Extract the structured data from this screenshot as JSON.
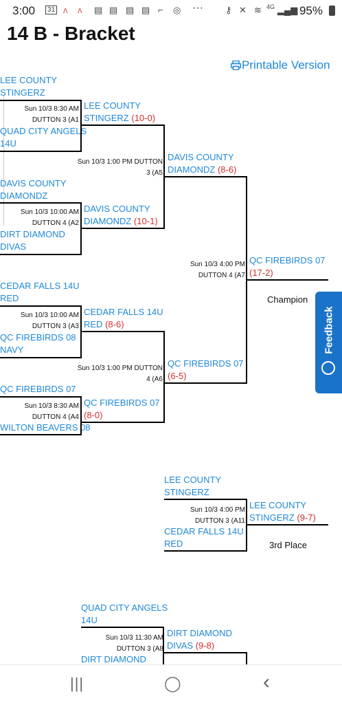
{
  "status_bar": {
    "time": "3:00",
    "calendar_day": "31",
    "network": "4G",
    "battery": "95%"
  },
  "page": {
    "title": "14 B - Bracket",
    "printable_label": "Printable Version"
  },
  "games": {
    "a1": {
      "info1": "Sun 10/3 8:30 AM",
      "info2": "DUTTON 3  (A1"
    },
    "a2": {
      "info1": "Sun 10/3 10:00 AM",
      "info2": "DUTTON 4  (A2"
    },
    "a3": {
      "info1": "Sun 10/3 10:00 AM",
      "info2": "DUTTON 3  (A3"
    },
    "a4": {
      "info1": "Sun 10/3 8:30 AM",
      "info2": "DUTTON 4  (A4"
    },
    "a5": {
      "info1": "Sun 10/3 1:00 PM DUTTON",
      "info2": "3  (A5"
    },
    "a6": {
      "info1": "Sun 10/3 1:00 PM DUTTON",
      "info2": "4  (A6"
    },
    "a7": {
      "info1": "Sun 10/3 4:00 PM",
      "info2": "DUTTON 4  (A7"
    },
    "a11": {
      "info1": "Sun 10/3 4:00 PM",
      "info2": "DUTTON 3  (A11"
    },
    "a8": {
      "info1": "Sun 10/3 11:30 AM",
      "info2": "DUTTON 3  (A8"
    }
  },
  "teams": {
    "r1_1a": "LEE COUNTY",
    "r1_1b": "STINGERZ",
    "r1_2a": "QUAD CITY ANGELS",
    "r1_2b": "14U",
    "r1_3a": "DAVIS COUNTY",
    "r1_3b": "DIAMONDZ",
    "r1_4a": "DIRT DIAMOND",
    "r1_4b": "DIVAS",
    "r1_5a": "CEDAR FALLS 14U",
    "r1_5b": "RED",
    "r1_6a": "QC FIREBIRDS 08",
    "r1_6b": "NAVY",
    "r1_7": "QC FIREBIRDS 07",
    "r1_8": "WILTON BEAVERS 08",
    "w_a1_a": "LEE COUNTY",
    "w_a1_b": "STINGERZ",
    "w_a1_score": "(10-0)",
    "w_a2_a": "DAVIS COUNTY",
    "w_a2_b": "DIAMONDZ",
    "w_a2_score": "(10-1)",
    "w_a3_a": "CEDAR FALLS 14U",
    "w_a3_b": "RED",
    "w_a3_score": "(8-6)",
    "w_a4_a": "QC FIREBIRDS 07",
    "w_a4_score": "(8-0)",
    "w_a5_a": "DAVIS COUNTY",
    "w_a5_b": "DIAMONDZ",
    "w_a5_score": "(8-6)",
    "w_a6_a": "QC FIREBIRDS 07",
    "w_a6_score": "(6-5)",
    "w_a7_a": "QC FIREBIRDS 07",
    "w_a7_score": "(17-2)",
    "c_1a": "LEE COUNTY",
    "c_1b": "STINGERZ",
    "c_2a": "CEDAR FALLS 14U",
    "c_2b": "RED",
    "w_a11_a": "LEE COUNTY",
    "w_a11_b": "STINGERZ",
    "w_a11_score": "(9-7)",
    "b_1a": "QUAD CITY ANGELS",
    "b_1b": "14U",
    "b_2": "DIRT DIAMOND",
    "w_a8_a": "DIRT DIAMOND",
    "w_a8_b": "DIVAS",
    "w_a8_score": "(9-8)"
  },
  "places": {
    "champion": "Champion",
    "third": "3rd Place"
  },
  "feedback_label": "Feedback",
  "nav": {
    "recents": "|||",
    "home": "◯",
    "back": "‹"
  }
}
